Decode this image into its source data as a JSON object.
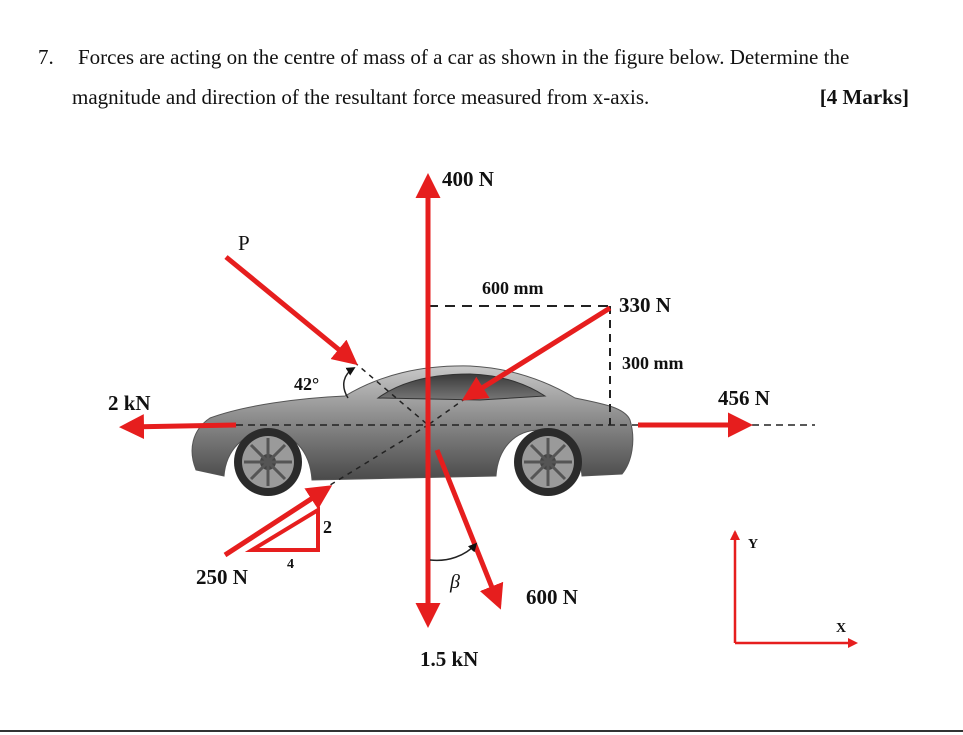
{
  "question": {
    "number": "7.",
    "line1": "Forces are acting on the centre of mass of a car as shown in the figure below. Determine the",
    "line2": "magnitude and direction of the resultant force measured from x-axis.",
    "marks": "[4 Marks]"
  },
  "figure": {
    "forces": {
      "up": "400 N",
      "p": "P",
      "f330": "330 N",
      "left": "2 kN",
      "right": "456 N",
      "f250": "250 N",
      "f600": "600 N",
      "down": "1.5 kN"
    },
    "dimensions": {
      "horizontal": "600 mm",
      "vertical": "300 mm"
    },
    "angles": {
      "p_angle": "42°",
      "beta": "β"
    },
    "slope_triangle": {
      "rise": "2",
      "run": "4"
    },
    "axes": {
      "y": "Y",
      "x": "X"
    },
    "colors": {
      "force_arrow": "#e61e1e",
      "car_body": "#8a8a8a"
    }
  }
}
